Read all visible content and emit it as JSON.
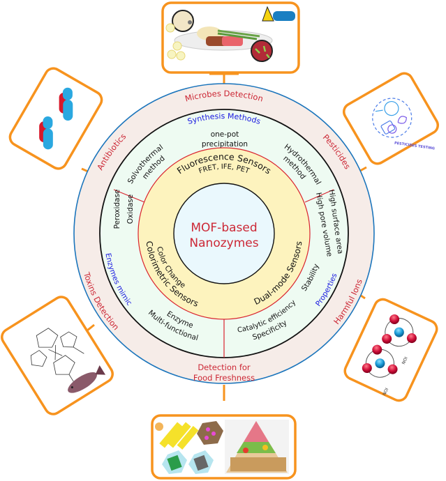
{
  "center": {
    "line1": "MOF-based",
    "line2": "Nanozymes"
  },
  "sensors_ring": {
    "top": {
      "title": "Fluorescence Sensors",
      "subtitle": "FRET, IFE, PET"
    },
    "left": {
      "title": "Colorimetric Sensors",
      "subtitle": "Color Change"
    },
    "right": {
      "title": "Dual-mode Sensors"
    }
  },
  "middle_ring": {
    "synthesis": {
      "heading": "Synthesis Methods",
      "items": [
        "one-pot",
        "precipitation",
        "Solvothermal",
        "method",
        "Hydrothermal",
        "method"
      ]
    },
    "enzymes": {
      "heading": "Enzymes mimic",
      "items": [
        "Peroxidase",
        "Oxidase",
        "Multi-functional",
        "Enzyme"
      ]
    },
    "properties": {
      "heading": "Properties",
      "items": [
        "High surface area",
        "High pore volume",
        "Stability",
        "Catalytic efficiency",
        "Specificity"
      ]
    }
  },
  "outer_ring": {
    "applications": [
      "Microbes Detection",
      "Pesticides",
      "Harmful Ions",
      "Detection for",
      "Food Freshness",
      "Toxins Detection",
      "Antibiotics"
    ]
  },
  "panels": {
    "pesticides_caption": "PESTICIDES TESTING",
    "ion_label": "ION",
    "items": [
      {
        "name": "microbes-panel",
        "icon": "food-plate-microbes"
      },
      {
        "name": "pesticides-panel",
        "icon": "pesticides-testing"
      },
      {
        "name": "harmful-ions-panel",
        "icon": "ion-atoms"
      },
      {
        "name": "food-freshness-panel",
        "icon": "food-pyramid"
      },
      {
        "name": "toxins-panel",
        "icon": "toxin-molecule-fish"
      },
      {
        "name": "antibiotics-panel",
        "icon": "capsules"
      }
    ]
  },
  "colors": {
    "orange": "#f7931e",
    "outer_ring_fill": "#f6ece8",
    "blue_border": "#1b75bc",
    "middle_ring_fill": "#eefbf2",
    "sensor_ring_fill": "#fdf3be",
    "center_fill": "#eaf8fd",
    "red_text": "#cc2836",
    "blue_text": "#1a1ae0"
  }
}
